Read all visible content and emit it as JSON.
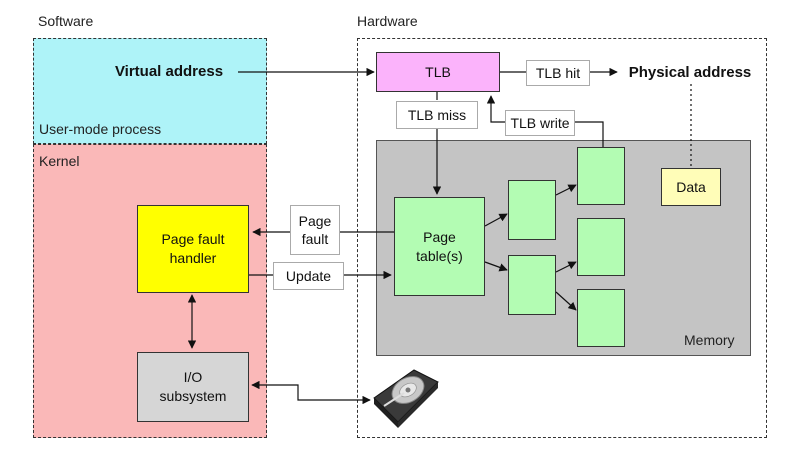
{
  "sections": {
    "software": "Software",
    "hardware": "Hardware",
    "user_mode": "User-mode process",
    "kernel": "Kernel",
    "memory": "Memory"
  },
  "nodes": {
    "virtual_address": "Virtual address",
    "tlb": "TLB",
    "tlb_hit": "TLB hit",
    "physical_address": "Physical address",
    "tlb_miss": "TLB miss",
    "tlb_write": "TLB write",
    "data": "Data",
    "page_tables": "Page\ntable(s)",
    "page_fault_handler": "Page fault\nhandler",
    "page_fault": "Page\nfault",
    "update": "Update",
    "io_subsystem": "I/O\nsubsystem"
  },
  "colors": {
    "user_mode_bg": "#aef3f8",
    "kernel_bg": "#fab8b8",
    "tlb_bg": "#fbb3fb",
    "handler_bg": "#ffff00",
    "memory_bg": "#c4c4c4",
    "page_bg": "#b3fcb3",
    "data_bg": "#fffdb8",
    "io_bg": "#d6d6d6"
  },
  "icons": {
    "disk": "hard-disk-icon"
  }
}
